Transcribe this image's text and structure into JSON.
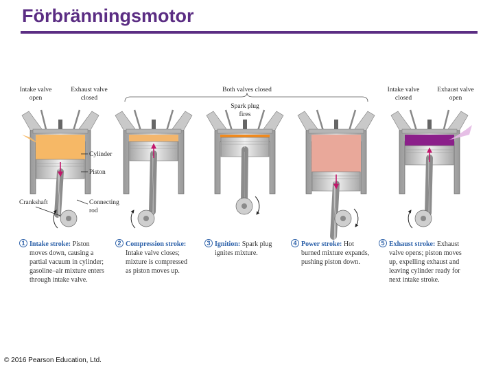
{
  "slide": {
    "title": "Förbränningsmotor",
    "copyright": "© 2016 Pearson Education, Ltd."
  },
  "colors": {
    "title": "#5b2d83",
    "intake_gas": "#f6b866",
    "compressed_gas": "#f3b66d",
    "ignition_gas": "#f28a1c",
    "power_gas": "#e9a89a",
    "exhaust_gas": "#8b1f8a",
    "step_label": "#2a5fa8",
    "arrow": "#c2166b"
  },
  "labels": {
    "intake_valve_open": [
      "Intake valve",
      "open"
    ],
    "exhaust_valve_closed": [
      "Exhaust valve",
      "closed"
    ],
    "both_valves_closed": "Both valves closed",
    "spark_plug_fires": [
      "Spark plug",
      "fires"
    ],
    "intake_valve_closed": [
      "Intake valve",
      "closed"
    ],
    "exhaust_valve_open": [
      "Exhaust valve",
      "open"
    ],
    "cylinder": "Cylinder",
    "piston": "Piston",
    "crankshaft": "Crankshaft",
    "connecting_rod": [
      "Connecting",
      "rod"
    ]
  },
  "steps": [
    {
      "num": "1",
      "title": "Intake stroke:",
      "lines": [
        " Piston",
        "moves down, causing a",
        "partial vacuum in cylinder;",
        "gasoline–air mixture enters",
        "through intake valve."
      ]
    },
    {
      "num": "2",
      "title": "Compression stroke:",
      "lines": [
        "",
        "Intake valve closes;",
        "mixture is compressed",
        "as piston moves up."
      ]
    },
    {
      "num": "3",
      "title": "Ignition:",
      "lines": " Spark plug|ignites mixture."
    },
    {
      "num": "4",
      "title": "Power stroke:",
      "lines": [
        " Hot",
        "burned mixture expands,",
        "pushing piston down."
      ]
    },
    {
      "num": "5",
      "title": "Exhaust stroke:",
      "lines": [
        " Exhaust",
        "valve opens; piston moves",
        "up, expelling exhaust and",
        "leaving cylinder ready for",
        "next intake stroke."
      ]
    }
  ]
}
